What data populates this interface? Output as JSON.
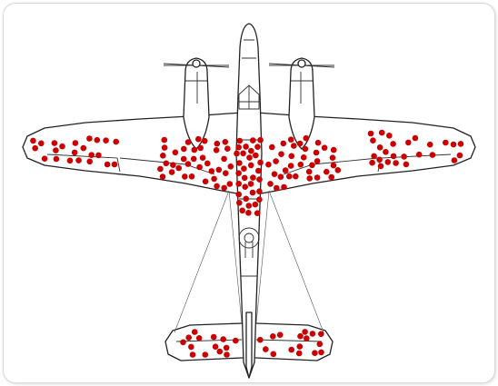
{
  "diagram": {
    "subject": "survivorship-bias-aircraft",
    "colors": {
      "background": "#ffffff",
      "outline": "#222222",
      "damage": "#cc0000"
    },
    "damage_marker_count": 186,
    "damage_regions": [
      {
        "name": "left-wing-tip",
        "hits": 22
      },
      {
        "name": "left-wing-inner",
        "hits": 38
      },
      {
        "name": "fuselage-center",
        "hits": 34
      },
      {
        "name": "right-wing-inner",
        "hits": 36
      },
      {
        "name": "right-wing-tip",
        "hits": 26
      },
      {
        "name": "left-tailplane",
        "hits": 14
      },
      {
        "name": "right-tailplane",
        "hits": 16
      }
    ]
  }
}
